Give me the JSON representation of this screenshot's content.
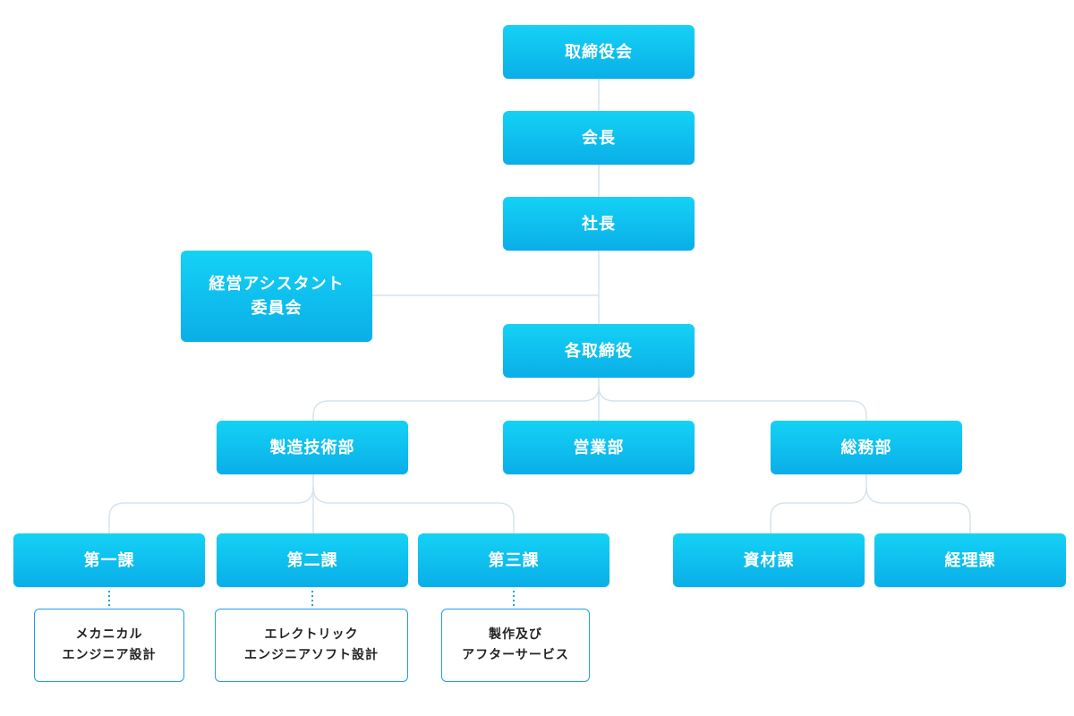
{
  "colors": {
    "node_top": "#14d2f5",
    "node_bottom": "#0aaee8",
    "connector": "#d7e3ec",
    "dotted": "#1f9fe6",
    "sub_border": "#1f9fe6"
  },
  "nodes": {
    "board": "取締役会",
    "chairman": "会長",
    "president": "社長",
    "assistant_committee": "経営アシスタント\n委員会",
    "directors": "各取締役",
    "manufacturing": "製造技術部",
    "sales": "営業部",
    "general_affairs": "総務部",
    "section1": "第一課",
    "section2": "第二課",
    "section3": "第三課",
    "materials": "資材課",
    "accounting": "経理課",
    "section1_detail": "メカニカル\nエンジニア設計",
    "section2_detail": "エレクトリック\nエンジニアソフト設計",
    "section3_detail": "製作及び\nアフターサービス"
  }
}
